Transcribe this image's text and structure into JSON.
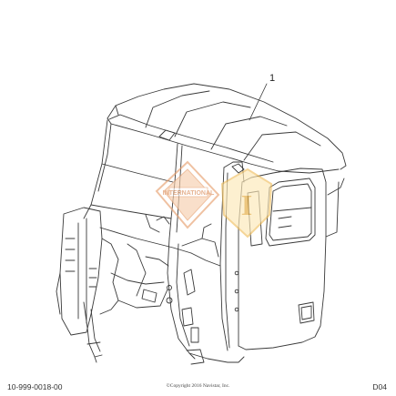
{
  "diagram": {
    "callouts": [
      {
        "label": "1"
      }
    ],
    "watermarks": [
      {
        "kind": "diamond-logo",
        "text": "INTERNATIONAL",
        "color": "#e8a170"
      },
      {
        "kind": "shield-logo",
        "text": "I",
        "color": "#f0c060"
      }
    ]
  },
  "footer": {
    "part_number": "10-999-0018-00",
    "copyright": "©Copyright 2016 Navistar, Inc.",
    "page_code": "D04"
  }
}
